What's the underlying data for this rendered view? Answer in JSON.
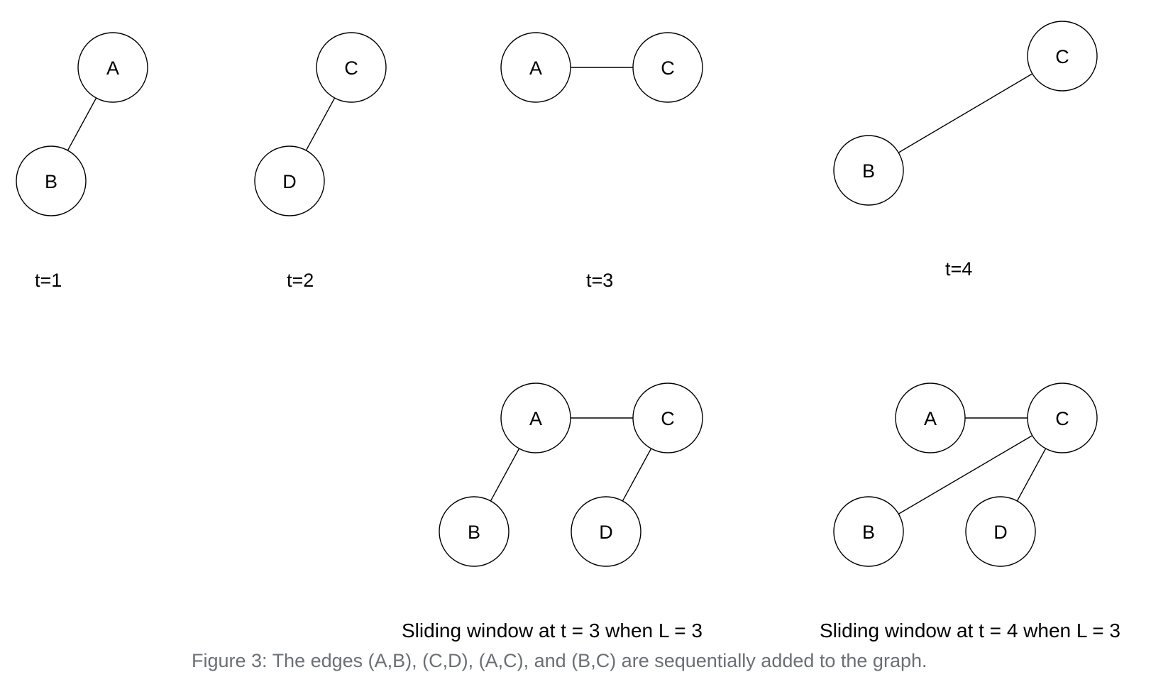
{
  "panels": [
    {
      "id": "t1",
      "label": "t=1",
      "nodes": [
        "A",
        "B"
      ],
      "edges": [
        [
          "A",
          "B"
        ]
      ]
    },
    {
      "id": "t2",
      "label": "t=2",
      "nodes": [
        "C",
        "D"
      ],
      "edges": [
        [
          "C",
          "D"
        ]
      ]
    },
    {
      "id": "t3",
      "label": "t=3",
      "nodes": [
        "A",
        "C"
      ],
      "edges": [
        [
          "A",
          "C"
        ]
      ]
    },
    {
      "id": "t4",
      "label": "t=4",
      "nodes": [
        "C",
        "B"
      ],
      "edges": [
        [
          "B",
          "C"
        ]
      ]
    },
    {
      "id": "window3",
      "caption": "Sliding window at t = 3 when L = 3",
      "nodes": [
        "A",
        "C",
        "B",
        "D"
      ],
      "edges": [
        [
          "A",
          "C"
        ],
        [
          "A",
          "B"
        ],
        [
          "C",
          "D"
        ]
      ]
    },
    {
      "id": "window4",
      "caption": "Sliding window at t = 4 when L = 3",
      "nodes": [
        "A",
        "C",
        "B",
        "D"
      ],
      "edges": [
        [
          "A",
          "C"
        ],
        [
          "B",
          "C"
        ],
        [
          "C",
          "D"
        ]
      ]
    }
  ],
  "figure_caption": "Figure 3: The edges (A,B), (C,D), (A,C), and (B,C) are sequentially added to the graph."
}
